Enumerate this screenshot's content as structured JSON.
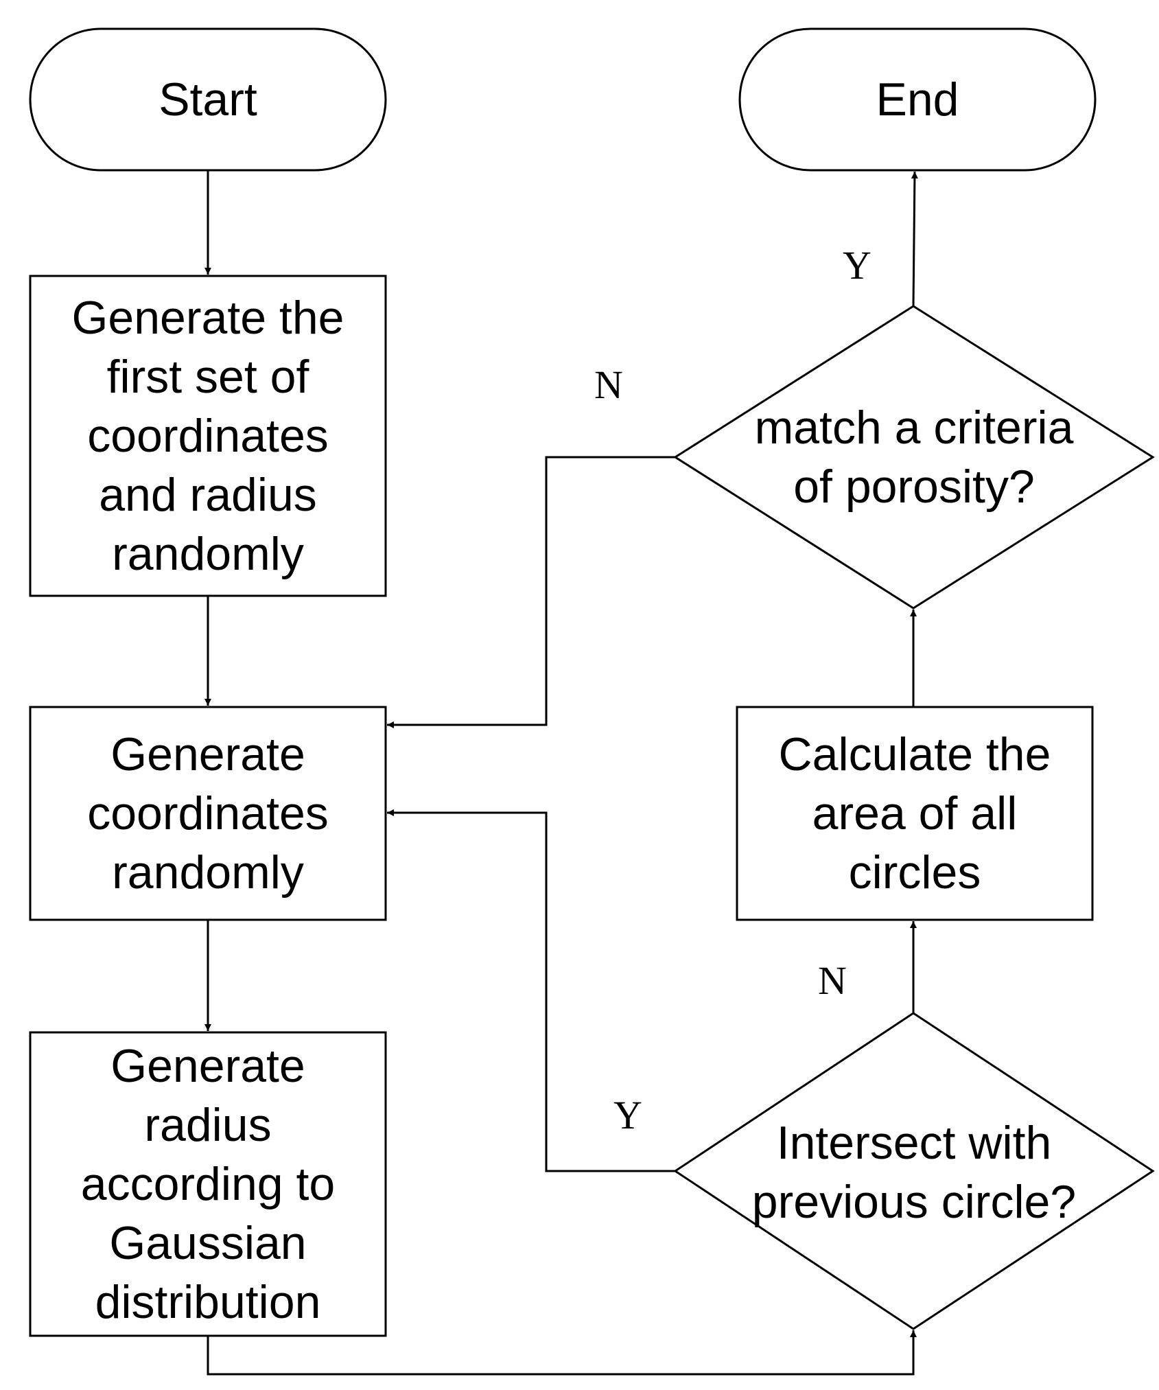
{
  "nodes": {
    "start": "Start",
    "end": "End",
    "gen_first": "Generate the\nfirst set of\ncoordinates\nand radius\nrandomly",
    "gen_coords": "Generate\ncoordinates\nrandomly",
    "gen_radius": "Generate\nradius\naccording to\nGaussian\ndistribution",
    "calc_area": "Calculate the\narea of all\ncircles",
    "porosity": "match a criteria\nof porosity?",
    "intersect": "Intersect with\nprevious circle?"
  },
  "edge_labels": {
    "porosity_yes": "Y",
    "porosity_no": "N",
    "intersect_no": "N",
    "intersect_yes": "Y"
  },
  "colors": {
    "stroke": "#000000",
    "fill": "#ffffff"
  }
}
